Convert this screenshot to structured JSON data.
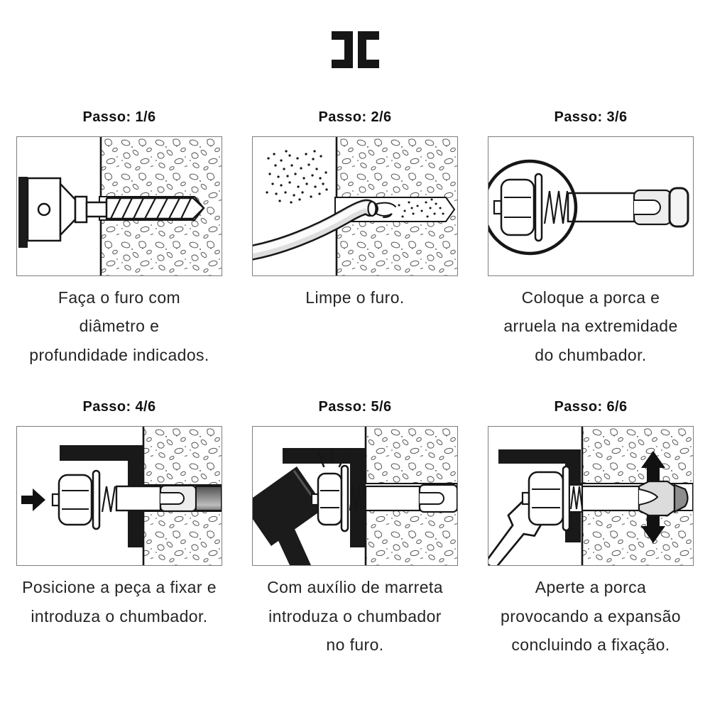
{
  "logo": {
    "name": "double-bracket-logo",
    "color": "#161616"
  },
  "colors": {
    "ink": "#161616",
    "panel_border": "#7d7d7d",
    "background": "#ffffff",
    "fill_dark": "#1b1b1b",
    "fill_grey": "#8d8d8d",
    "fill_light_grey": "#dcdcdc"
  },
  "steps": [
    {
      "id": 1,
      "title": "Passo: 1/6",
      "caption": "Faça o furo com\ndiâmetro e\nprofundidade indicados.",
      "illustration": "drill-bit-drilling-hole"
    },
    {
      "id": 2,
      "title": "Passo: 2/6",
      "caption": "Limpe o furo.",
      "illustration": "blow-tube-cleaning-hole"
    },
    {
      "id": 3,
      "title": "Passo: 3/6",
      "caption": "Coloque a porca e\narruela na extremidade\ndo chumbador.",
      "illustration": "anchor-nut-washer-magnifier"
    },
    {
      "id": 4,
      "title": "Passo: 4/6",
      "caption": "Posicione a peça a fixar e\nintroduza o chumbador.",
      "illustration": "anchor-through-fixture-arrow"
    },
    {
      "id": 5,
      "title": "Passo: 5/6",
      "caption": "Com auxílio de marreta\nintroduza o chumbador\nno furo.",
      "illustration": "mallet-driving-anchor"
    },
    {
      "id": 6,
      "title": "Passo: 6/6",
      "caption": "Aperte a porca\nprovocando a expansão\nconcluindo a fixação.",
      "illustration": "wrench-tightening-expansion-arrows"
    }
  ]
}
